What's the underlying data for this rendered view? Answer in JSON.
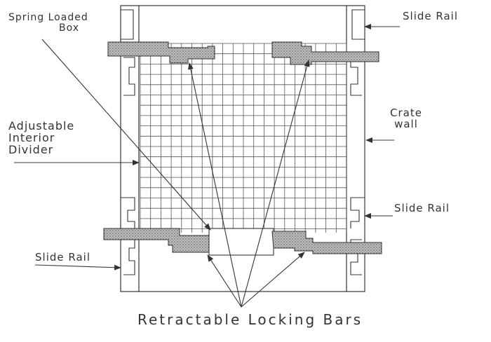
{
  "labels": {
    "spring_loaded_box": [
      "Spring Loaded",
      "Box"
    ],
    "slide_rail_top_right": "Slide Rail",
    "adjustable_interior_divider": [
      "Adjustable",
      "Interior",
      "Divider"
    ],
    "crate_wall": [
      "Crate",
      "wall"
    ],
    "slide_rail_mid_right": "Slide Rail",
    "slide_rail_bottom_left": "Slide Rail",
    "retractable_locking_bars": "Retractable Locking Bars"
  },
  "colors": {
    "ink": "#333333",
    "grid": "#555555",
    "shading": "#8a8a8a",
    "paper": "#ffffff"
  }
}
